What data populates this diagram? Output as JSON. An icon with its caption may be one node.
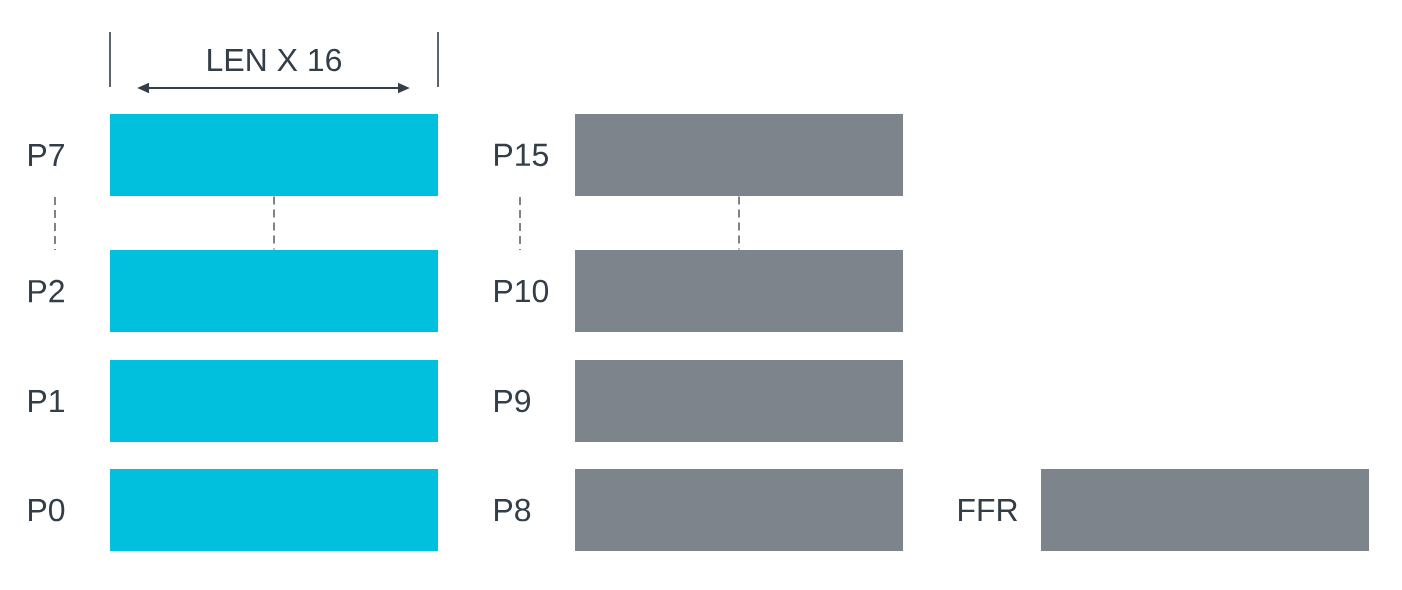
{
  "diagram": {
    "nodes": [
      {
        "text": [],
        "shape": "bar",
        "beside": [
          "P7"
        ]
      },
      {
        "text": [],
        "shape": "bar",
        "beside": [
          "P15"
        ]
      },
      {
        "text": [],
        "shape": "bar",
        "beside": [
          "P2"
        ]
      },
      {
        "text": [],
        "shape": "bar",
        "beside": [
          "P10"
        ]
      },
      {
        "text": [],
        "shape": "bar",
        "beside": [
          "P1"
        ]
      },
      {
        "text": [],
        "shape": "bar",
        "beside": [
          "P9"
        ]
      },
      {
        "text": [],
        "shape": "bar",
        "beside": [
          "P0"
        ]
      },
      {
        "text": [],
        "shape": "bar",
        "beside": [
          "P8"
        ]
      },
      {
        "text": [],
        "shape": "bar",
        "beside": [
          "FFR"
        ]
      }
    ],
    "edges": [
      {
        "from": 0,
        "to": 2,
        "arrow": "none",
        "style": "dashed"
      },
      {
        "from": 1,
        "to": 3,
        "arrow": "none",
        "style": "dashed"
      }
    ],
    "labels": [
      "LEN X 16"
    ]
  }
}
